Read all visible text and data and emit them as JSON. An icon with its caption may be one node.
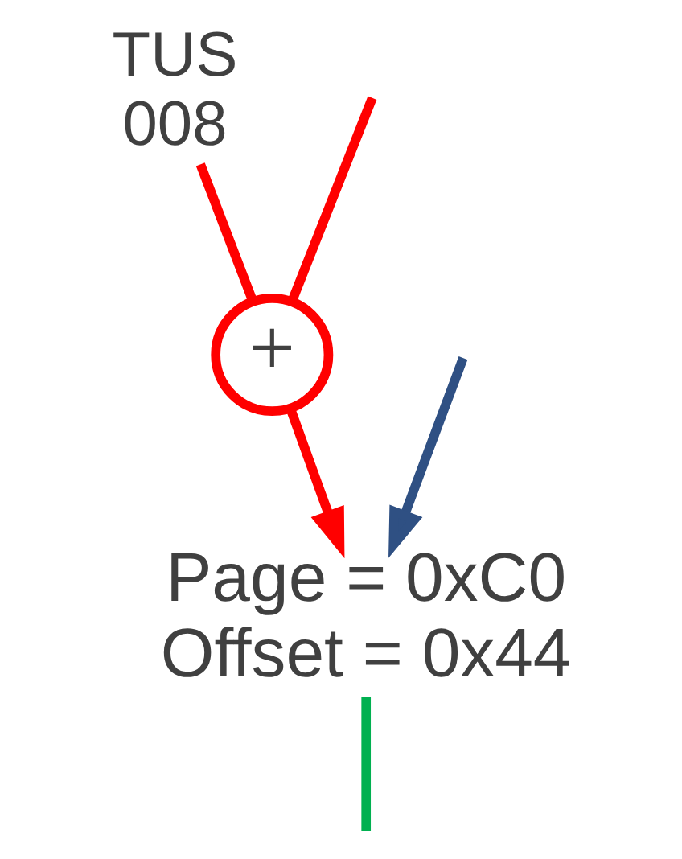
{
  "diagram": {
    "nodes": [
      {
        "text": [
          "TUS",
          "008"
        ]
      },
      {
        "text": [
          "+"
        ]
      },
      {
        "text": [
          "Page = 0xC0",
          "Offset = 0x44"
        ]
      }
    ],
    "edges": [
      {
        "from": null,
        "to": 1,
        "arrow": "none",
        "color": "#ff0000"
      },
      {
        "from": 0,
        "to": 1,
        "arrow": "none",
        "color": "#ff0000"
      },
      {
        "from": 1,
        "to": 2,
        "arrow": "to",
        "color": "#ff0000"
      },
      {
        "from": null,
        "to": 2,
        "arrow": "to",
        "color": "#2f5083"
      },
      {
        "from": 2,
        "to": null,
        "arrow": "none",
        "color": "#00b050"
      }
    ]
  }
}
